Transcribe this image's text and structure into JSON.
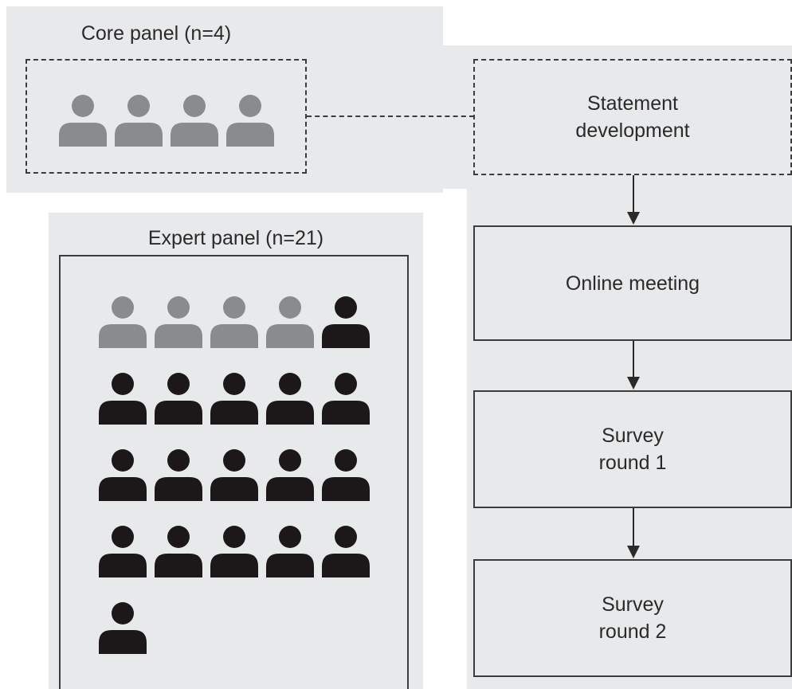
{
  "core_panel": {
    "title": "Core panel (n=4)",
    "members": [
      "core",
      "core",
      "core",
      "core"
    ]
  },
  "expert_panel": {
    "title": "Expert panel (n=21)",
    "members": [
      "core",
      "core",
      "core",
      "core",
      "expert",
      "expert",
      "expert",
      "expert",
      "expert",
      "expert",
      "expert",
      "expert",
      "expert",
      "expert",
      "expert",
      "expert",
      "expert",
      "expert",
      "expert",
      "expert",
      "expert"
    ]
  },
  "flow": {
    "statement_development": [
      "Statement",
      "development"
    ],
    "online_meeting": [
      "Online meeting"
    ],
    "survey_round_1": [
      "Survey",
      "round 1"
    ],
    "survey_round_2": [
      "Survey",
      "round 2"
    ]
  },
  "colors": {
    "core_member": "#8a8b8d",
    "expert_member": "#1c1819",
    "panel_background": "#e8e9eb",
    "border": "#3c3c3c"
  },
  "icons": {
    "person": "person-icon"
  }
}
